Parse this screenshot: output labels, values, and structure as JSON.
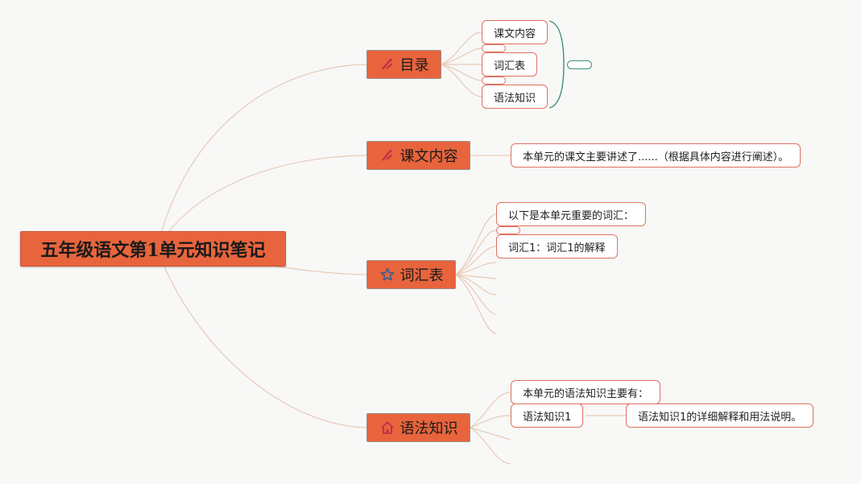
{
  "root": {
    "title": "五年级语文第1单元知识笔记"
  },
  "branches": {
    "toc": {
      "label": "目录",
      "icon": "pencil-icon",
      "children": [
        "课文内容",
        "词汇表",
        "语法知识"
      ]
    },
    "content": {
      "label": "课文内容",
      "icon": "pencil-icon",
      "children": [
        "本单元的课文主要讲述了......（根据具体内容进行阐述）。"
      ]
    },
    "vocab": {
      "label": "词汇表",
      "icon": "star-icon",
      "children": [
        "以下是本单元重要的词汇：",
        "词汇1：词汇1的解释"
      ]
    },
    "grammar": {
      "label": "语法知识",
      "icon": "house-icon",
      "children": [
        "本单元的语法知识主要有：",
        "语法知识1"
      ],
      "detail": "语法知识1的详细解释和用法说明。"
    }
  },
  "colors": {
    "node_fill": "#e8643c",
    "leaf_border": "#e07060",
    "connector": "#e8cbb8",
    "summary_bracket": "#3f8f79",
    "background": "#f8f8f7"
  }
}
